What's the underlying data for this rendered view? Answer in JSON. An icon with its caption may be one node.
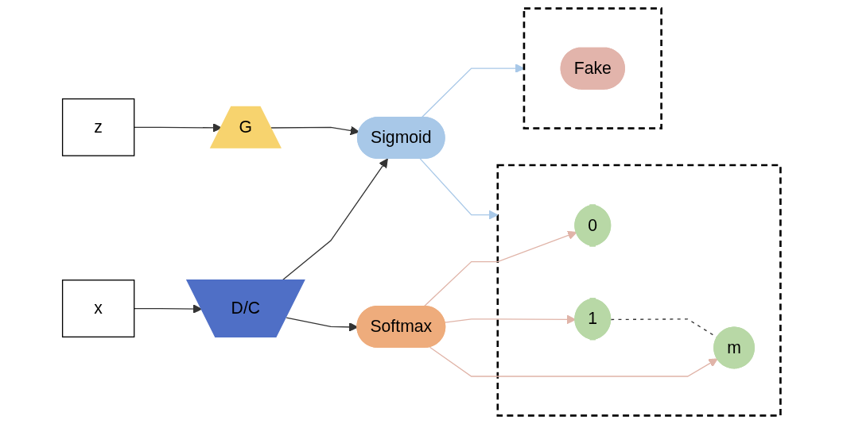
{
  "diagram": {
    "nodes": [
      {
        "text": [
          "x"
        ]
      },
      {
        "text": [
          "z"
        ]
      },
      {
        "text": [
          "G"
        ]
      },
      {
        "text": [
          "D/C"
        ]
      },
      {
        "text": [
          "Softmax"
        ]
      },
      {
        "text": [
          "Sigmoid"
        ]
      },
      {
        "text": [],
        "shape": "box"
      },
      {
        "text": [
          "0"
        ],
        "in": 6
      },
      {
        "text": [
          "1"
        ],
        "in": 6
      },
      {
        "text": [
          "m"
        ],
        "in": 6
      },
      {
        "text": [],
        "shape": "box"
      },
      {
        "text": [
          "Fake"
        ],
        "in": 10
      }
    ],
    "edges": [
      {
        "from": 0,
        "to": 3,
        "arrow": "to"
      },
      {
        "from": 1,
        "to": 2,
        "arrow": "to"
      },
      {
        "from": 3,
        "to": 4,
        "arrow": "to"
      },
      {
        "from": 3,
        "to": 5,
        "arrow": "to"
      },
      {
        "from": 2,
        "to": 5,
        "arrow": "to"
      },
      {
        "from": 4,
        "to": 7,
        "arrow": "to",
        "color": "#e0b4a8"
      },
      {
        "from": 4,
        "to": 8,
        "arrow": "to",
        "color": "#e0b4a8"
      },
      {
        "from": 4,
        "to": 9,
        "arrow": "to",
        "color": "#e0b4a8"
      },
      {
        "from": 8,
        "to": 9,
        "arrow": "none",
        "style": "dashed"
      },
      {
        "from": 5,
        "to": 6,
        "arrow": "to",
        "color": "#a8c8e8"
      },
      {
        "from": 5,
        "to": 10,
        "arrow": "to",
        "color": "#a8c8e8"
      }
    ]
  }
}
